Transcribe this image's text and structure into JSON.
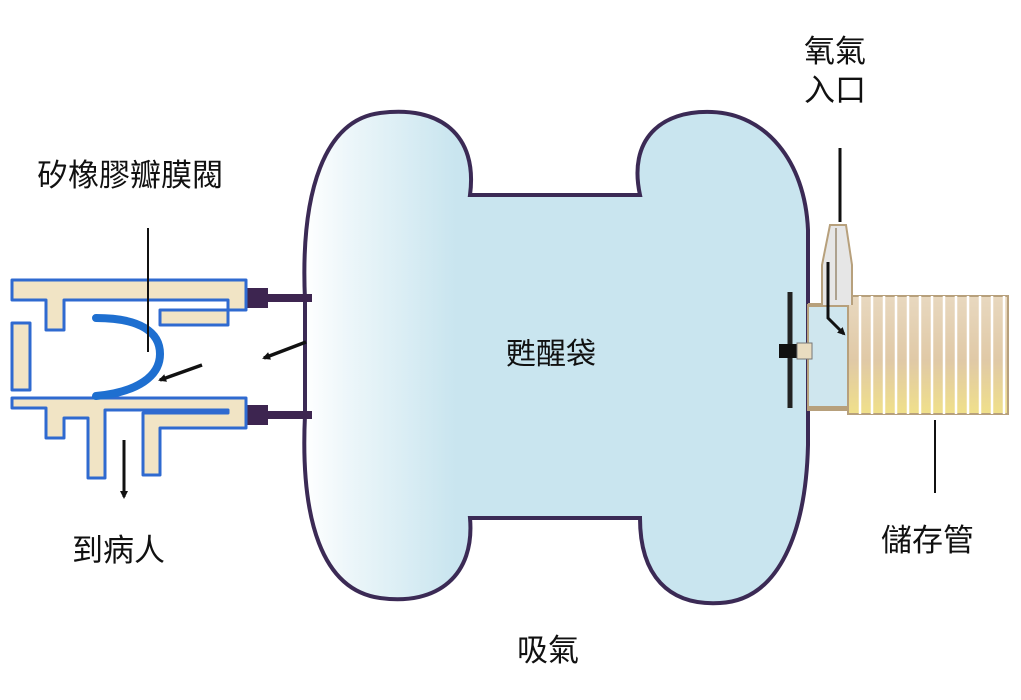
{
  "labels": {
    "valve": "矽橡膠瓣膜閥",
    "patient": "到病人",
    "bag": "甦醒袋",
    "inhale": "吸氣",
    "oxygen_inlet": "氧氣\n入口",
    "reservoir": "儲存管"
  },
  "colors": {
    "bag_fill": "#c9e5ef",
    "outline": "#3b2a55",
    "valve_body": "#f1e4c5",
    "valve_outline": "#2f6ad0",
    "valve_flap": "#1e6fd0",
    "reservoir": "#d8c3a8",
    "connector": "#3d2550",
    "arrow": "#111111"
  }
}
